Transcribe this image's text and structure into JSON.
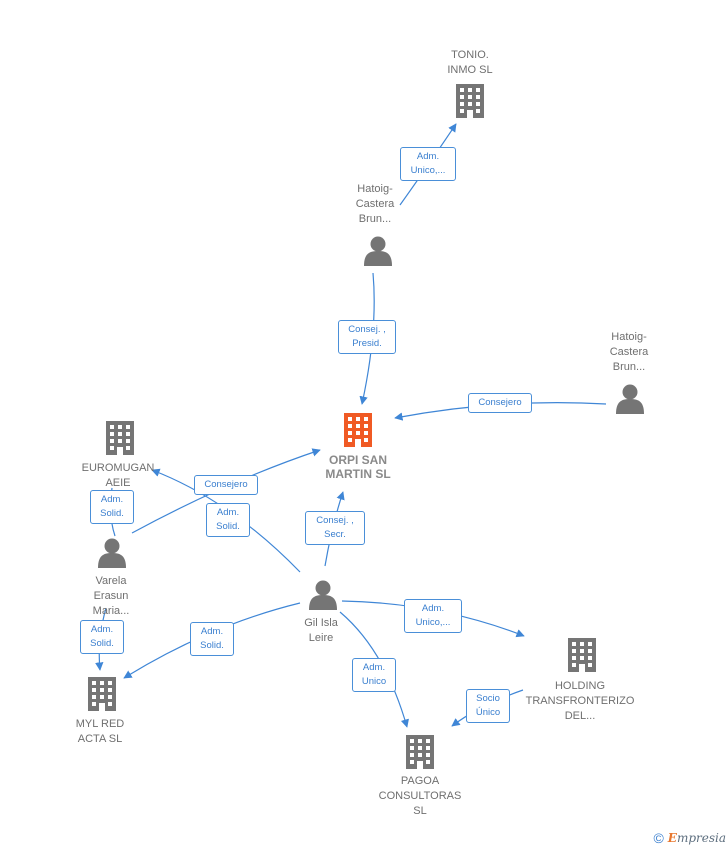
{
  "nodes": {
    "tonio": {
      "label": "TONIO.\nINMO  SL",
      "type": "company-icon"
    },
    "hatoig1": {
      "label": "Hatoig-\nCastera\nBrun...",
      "type": "person-icon"
    },
    "hatoig2": {
      "label": "Hatoig-\nCastera\nBrun...",
      "type": "person-icon"
    },
    "orpi": {
      "label": "ORPI SAN\nMARTIN  SL",
      "type": "company-icon",
      "color": "#f05a24"
    },
    "euromugan": {
      "label": "EUROMUGAN\nAEIE",
      "type": "company-icon"
    },
    "varela": {
      "label": "Varela\nErasun\nMaria...",
      "type": "person-icon"
    },
    "gil": {
      "label": "Gil Isla\nLeire",
      "type": "person-icon"
    },
    "myl": {
      "label": "MYL RED\nACTA  SL",
      "type": "company-icon"
    },
    "holding": {
      "label": "HOLDING\nTRANSFRONTERIZO\nDEL...",
      "type": "company-icon"
    },
    "pagoa": {
      "label": "PAGOA\nCONSULTORAS\nSL",
      "type": "company-icon"
    }
  },
  "edges": {
    "e1": "Adm.\nUnico,...",
    "e2": "Consej. ,\nPresid.",
    "e3": "Consejero",
    "e4": "Consejero",
    "e5": "Adm.\nSolid.",
    "e6": "Adm.\nSolid.",
    "e7": "Consej. ,\nSecr.",
    "e8": "Adm.\nSolid.",
    "e9": "Adm.\nSolid.",
    "e10": "Adm.\nUnico,...",
    "e11": "Adm.\nUnico",
    "e12": "Socio\nÚnico"
  },
  "colors": {
    "edge": "#3f86d6",
    "icon": "#757575",
    "main": "#f05a24"
  },
  "footer": {
    "copyright": "©",
    "brand_first": "E",
    "brand_rest": "mpresia"
  }
}
